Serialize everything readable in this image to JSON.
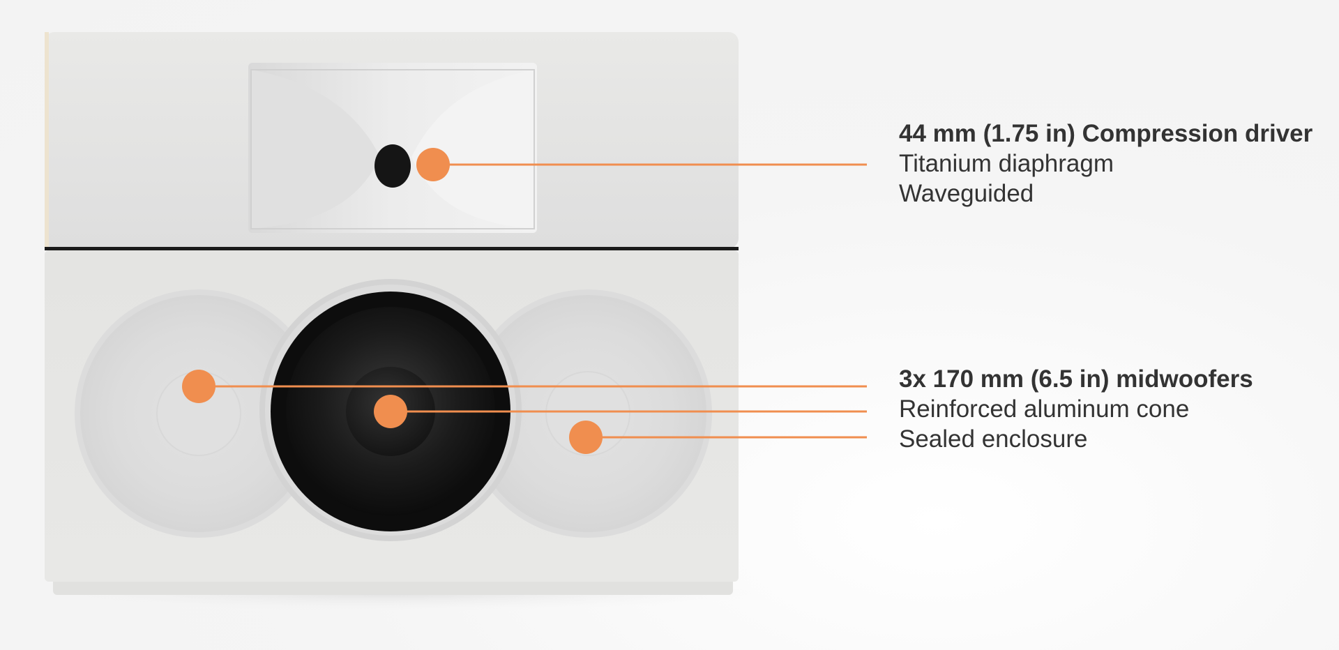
{
  "colors": {
    "background": "#f6f6f6",
    "cabinet": "#e6e6e4",
    "accent_orange": "#f08e4f",
    "text": "#333333",
    "driver_black": "#141414"
  },
  "callouts": {
    "tweeter": {
      "title": "44 mm (1.75 in) Compression driver",
      "lines": [
        "Titanium diaphragm",
        "Waveguided"
      ]
    },
    "woofers": {
      "title": "3x 170 mm (6.5 in) midwoofers",
      "lines": [
        "Reinforced aluminum cone",
        "Sealed enclosure"
      ]
    }
  }
}
